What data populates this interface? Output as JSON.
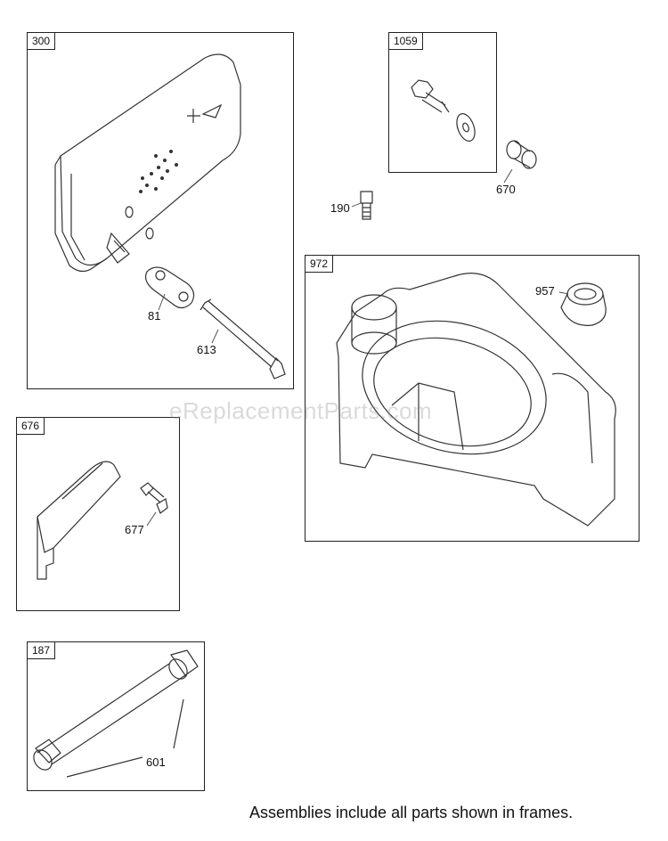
{
  "frames": {
    "f300": "300",
    "f1059": "1059",
    "f972": "972",
    "f676": "676",
    "f187": "187"
  },
  "callouts": {
    "c81": "81",
    "c613": "613",
    "c190": "190",
    "c670": "670",
    "c957": "957",
    "c677": "677",
    "c601": "601"
  },
  "watermark": "eReplacementParts.com",
  "footer_note": "Assemblies include all parts shown in frames."
}
